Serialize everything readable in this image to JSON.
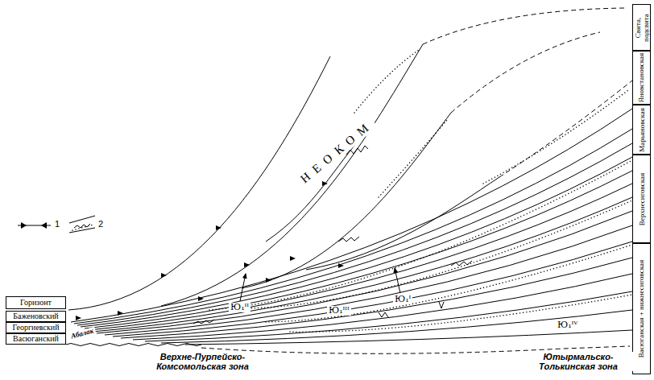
{
  "diagram": {
    "nodes": [
      {
        "text": [
          "Свита, подсвита"
        ]
      },
      {
        "text": [
          "Яновстановская"
        ]
      },
      {
        "text": [
          "Марьяновская"
        ]
      },
      {
        "text": [
          "Верхнесиговская"
        ]
      },
      {
        "text": [
          "Васюганская + нижнесиговская"
        ]
      },
      {
        "text": [
          "Горизонт"
        ]
      },
      {
        "text": [
          "Баженовский"
        ]
      },
      {
        "text": [
          "Георгиевский"
        ]
      },
      {
        "text": [
          "Васюганский"
        ]
      }
    ],
    "labels": [
      "НЕОКОМ",
      "Абалак",
      "Ю₁ᴵᴵ",
      "Ю₁ᴵᴵᴵ",
      "Ю₁ᴵ",
      "Ю₁ᴵⱽ",
      "Верхне-Пурпейско-Комсомольская зона",
      "Ютырмальско-Толькинская зона"
    ],
    "legend": [
      {
        "text": "1"
      },
      {
        "text": "2"
      }
    ]
  }
}
